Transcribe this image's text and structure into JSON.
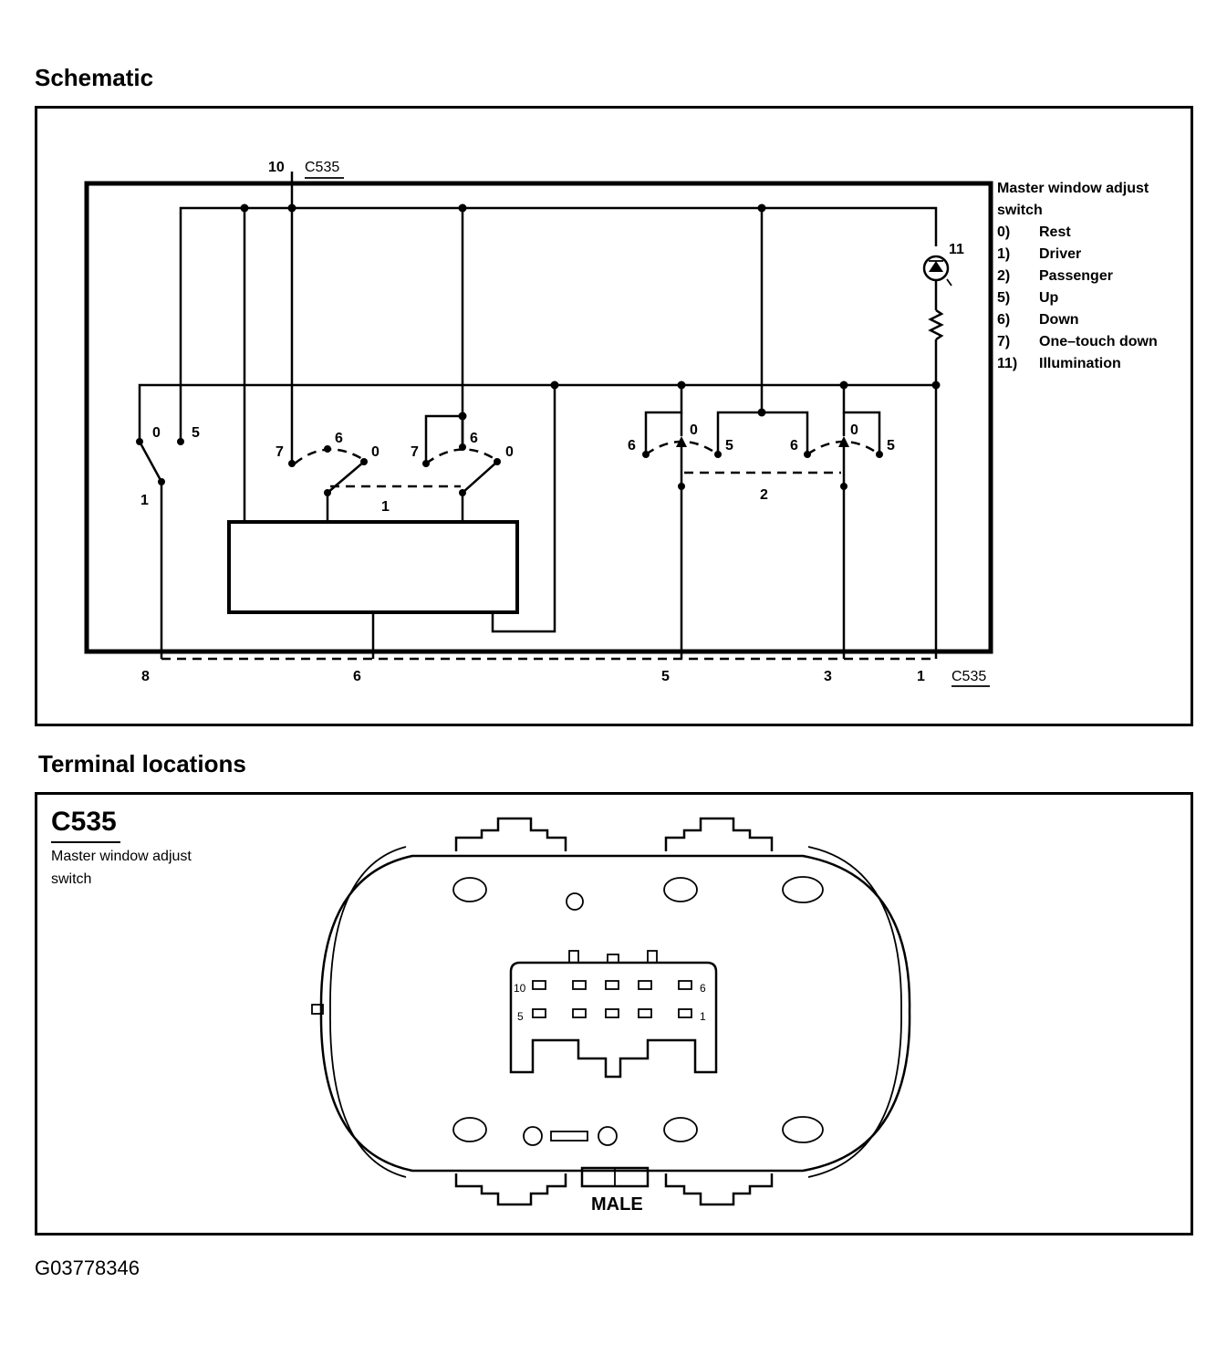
{
  "schematic": {
    "heading": "Schematic",
    "connector_top": {
      "pin": "10",
      "name": "C535"
    },
    "connector_bottom": {
      "name": "C535",
      "pins": [
        "8",
        "6",
        "5",
        "3",
        "1"
      ]
    },
    "switch_labels": {
      "left_0": "0",
      "left_5": "5",
      "left_1": "1",
      "a_7": "7",
      "a_6": "6",
      "a_0": "0",
      "b_7": "7",
      "b_6": "6",
      "b_0": "0",
      "group_1": "1",
      "c_6": "6",
      "c_0": "0",
      "c_5": "5",
      "d_6": "6",
      "d_0": "0",
      "d_5": "5",
      "group_2": "2",
      "lamp": "11"
    },
    "legend": {
      "title": "Master window adjust switch",
      "items": [
        {
          "code": "0)",
          "label": "Rest"
        },
        {
          "code": "1)",
          "label": "Driver"
        },
        {
          "code": "2)",
          "label": "Passenger"
        },
        {
          "code": "5)",
          "label": "Up"
        },
        {
          "code": "6)",
          "label": "Down"
        },
        {
          "code": "7)",
          "label": "One–touch down"
        },
        {
          "code": "11)",
          "label": "Illumination"
        }
      ]
    }
  },
  "terminals": {
    "heading": "Terminal locations",
    "connector": "C535",
    "description": "Master window adjust switch",
    "pin_labels": {
      "top_left": "10",
      "top_right": "6",
      "bottom_left": "5",
      "bottom_right": "1"
    },
    "gender": "MALE"
  },
  "figure_id": "G03778346"
}
